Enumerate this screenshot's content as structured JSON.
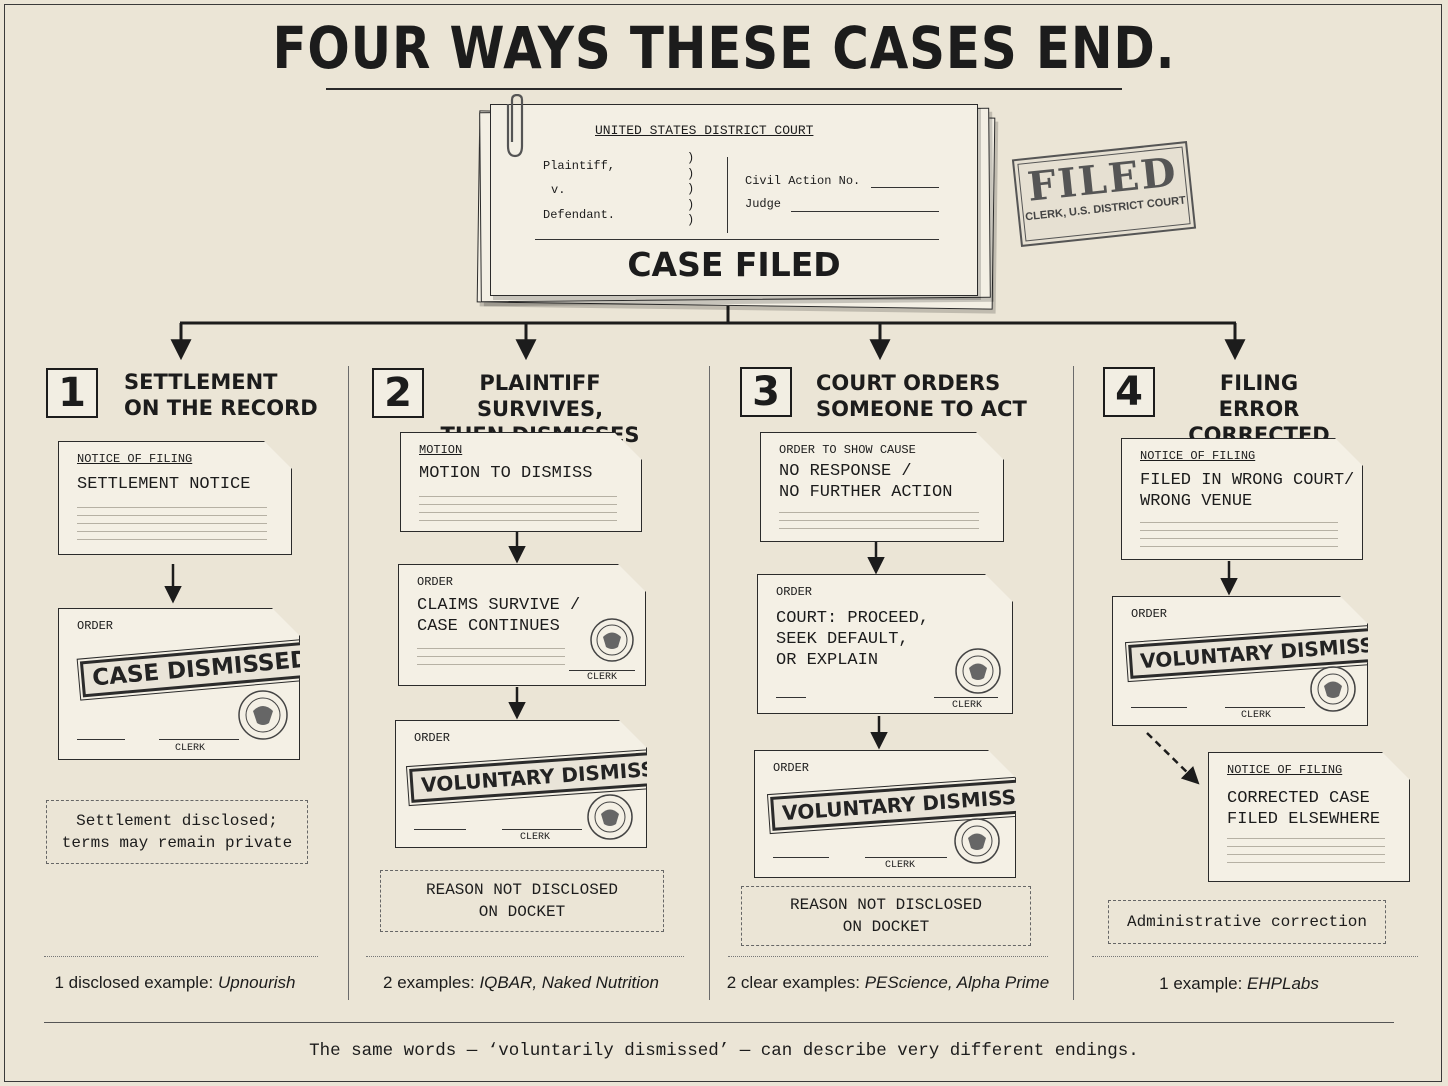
{
  "title": "FOUR WAYS THESE CASES END.",
  "case_filed": {
    "court": "UNITED STATES DISTRICT COURT",
    "plaintiff": "Plaintiff,",
    "v": "v.",
    "defendant": "Defendant.",
    "civil_action": "Civil Action No.",
    "judge": "Judge",
    "heading": "CASE FILED"
  },
  "filed_stamp": {
    "word": "FILED",
    "sub": "CLERK, U.S. DISTRICT COURT"
  },
  "columns": [
    {
      "number": "1",
      "title_line1": "SETTLEMENT",
      "title_line2": "ON THE RECORD",
      "card1": {
        "label": "NOTICE OF FILING",
        "text": "SETTLEMENT NOTICE"
      },
      "card2": {
        "label": "ORDER",
        "stamp": "CASE DISMISSED",
        "clerk": "CLERK"
      },
      "note": "Settlement disclosed;\nterms may remain private",
      "footer_prefix": "1 disclosed example: ",
      "footer_examples": "Upnourish"
    },
    {
      "number": "2",
      "title_line1": "PLAINTIFF SURVIVES,",
      "title_line2": "THEN DISMISSES",
      "card1": {
        "label": "MOTION",
        "text": "MOTION TO DISMISS"
      },
      "card2": {
        "label": "ORDER",
        "text": "CLAIMS SURVIVE /\nCASE CONTINUES",
        "clerk": "CLERK"
      },
      "card3": {
        "label": "ORDER",
        "stamp": "VOLUNTARY DISMISSAL",
        "clerk": "CLERK"
      },
      "note": "REASON NOT DISCLOSED\nON DOCKET",
      "footer_prefix": "2 examples: ",
      "footer_examples": "IQBAR, Naked Nutrition"
    },
    {
      "number": "3",
      "title_line1": "COURT ORDERS",
      "title_line2": "SOMEONE TO ACT",
      "card1": {
        "label": "ORDER TO SHOW CAUSE",
        "text": "NO RESPONSE /\nNO FURTHER ACTION"
      },
      "card2": {
        "label": "ORDER",
        "text": "COURT: PROCEED,\nSEEK DEFAULT,\nOR EXPLAIN",
        "clerk": "CLERK"
      },
      "card3": {
        "label": "ORDER",
        "stamp": "VOLUNTARY DISMISSAL",
        "clerk": "CLERK"
      },
      "note": "REASON NOT DISCLOSED\nON DOCKET",
      "footer_prefix": "2 clear examples: ",
      "footer_examples": "PEScience, Alpha Prime"
    },
    {
      "number": "4",
      "title_line1": "FILING ERROR",
      "title_line2": "CORRECTED",
      "card1": {
        "label": "NOTICE OF FILING",
        "text": "FILED IN WRONG COURT/\nWRONG VENUE"
      },
      "card2": {
        "label": "ORDER",
        "stamp": "VOLUNTARY DISMISSAL",
        "clerk": "CLERK"
      },
      "card3": {
        "label": "NOTICE OF FILING",
        "text": "CORRECTED CASE\nFILED ELSEWHERE"
      },
      "note": "Administrative correction",
      "footer_prefix": "1 example: ",
      "footer_examples": "EHPLabs"
    }
  ],
  "bottom_caption": "The same words — ‘voluntarily dismissed’ — can describe very different endings."
}
